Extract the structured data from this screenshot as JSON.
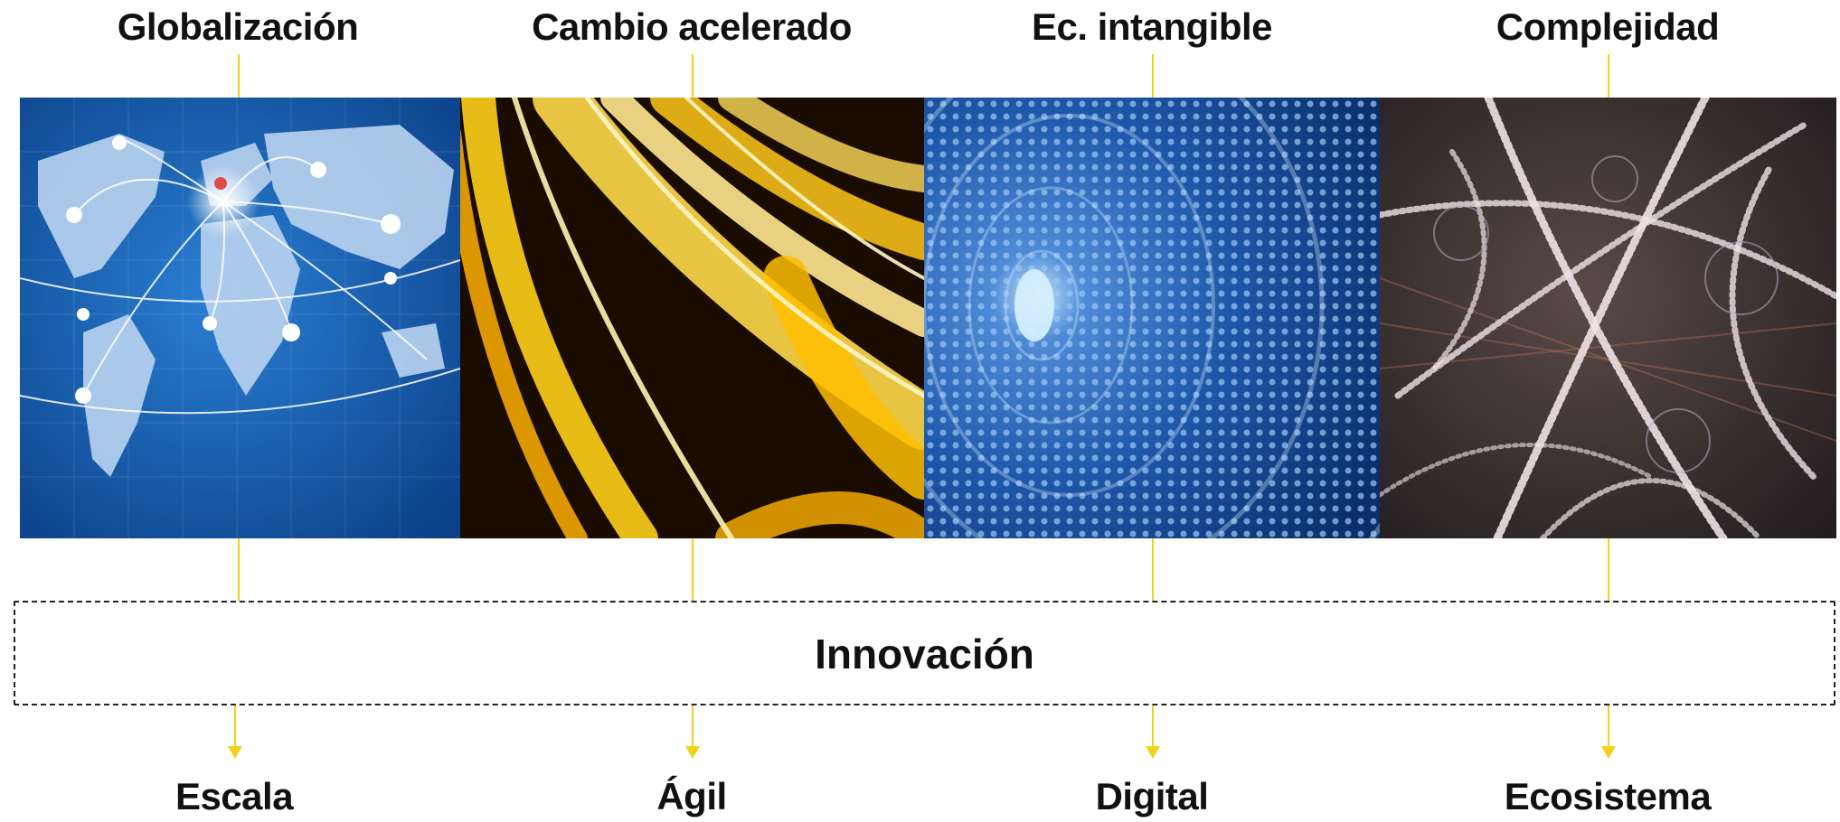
{
  "top_labels": [
    "Globalización",
    "Cambio acelerado",
    "Ec. intangible",
    "Complejidad"
  ],
  "center_label": "Innovación",
  "bottom_labels": [
    "Escala",
    "Ágil",
    "Digital",
    "Ecosistema"
  ],
  "images": [
    {
      "subject": "world-network-map",
      "colors": [
        "#0d5aa8",
        "#6aa9e0",
        "#ffffff"
      ]
    },
    {
      "subject": "golden-light-streaks",
      "colors": [
        "#ffc400",
        "#3a1e00",
        "#fff2a0"
      ]
    },
    {
      "subject": "blue-dot-tunnel",
      "colors": [
        "#0a2f6b",
        "#4f8ad6",
        "#bfe6ff"
      ]
    },
    {
      "subject": "looping-light-spirals",
      "colors": [
        "#3b3033",
        "#e8d8dc",
        "#c97a5a"
      ]
    }
  ],
  "colors": {
    "connector": "#f0d21a",
    "text": "#111111",
    "box_border": "#222222"
  }
}
